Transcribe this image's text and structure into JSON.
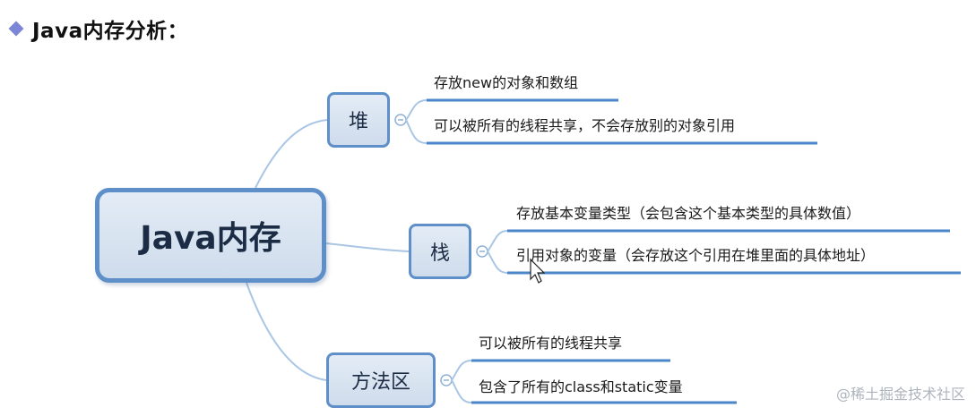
{
  "header": {
    "title": "Java内存分析："
  },
  "root": {
    "label": "Java内存"
  },
  "branches": [
    {
      "label": "堆",
      "leaves": [
        "存放new的对象和数组",
        "可以被所有的线程共享，不会存放别的对象引用"
      ]
    },
    {
      "label": "栈",
      "leaves": [
        "存放基本变量类型（会包含这个基本类型的具体数值）",
        "引用对象的变量（会存放这个引用在堆里面的具体地址）"
      ]
    },
    {
      "label": "方法区",
      "leaves": [
        "可以被所有的线程共享",
        "包含了所有的class和static变量"
      ]
    }
  ],
  "watermark": "@稀土掘金技术社区",
  "colors": {
    "node_border": "#5e8fc9",
    "node_fill": "#dbe6f2",
    "connector": "#a9c6e4",
    "underline": "#4a86c8",
    "bullet": "#7b86d6"
  }
}
